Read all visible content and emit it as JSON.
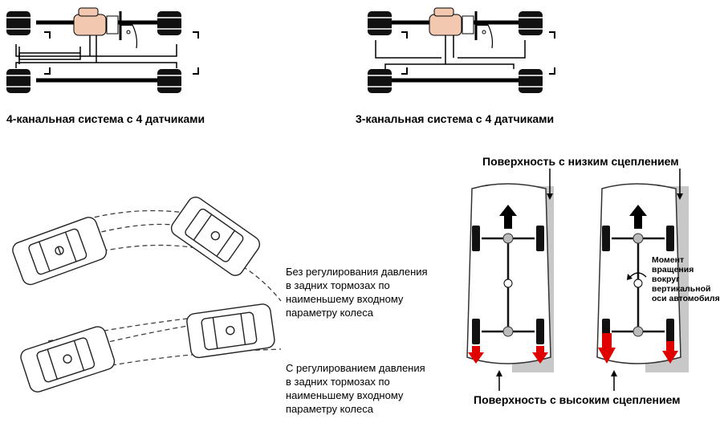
{
  "top": {
    "left_caption": "4-канальная система с 4 датчиками",
    "right_caption": "3-канальная система с 4 датчиками"
  },
  "skid": {
    "note_without": [
      "Без регулирования давления",
      "в задних тормозах по",
      "наименьшему входному",
      "параметру колеса"
    ],
    "note_with": [
      "С регулированием давления",
      "в задних тормозах по",
      "наименьшему входному",
      "параметру колеса"
    ]
  },
  "surface": {
    "low_grip": "Поверхность с низким сцеплением",
    "high_grip": "Поверхность с высоким сцеплением",
    "moment": [
      "Момент",
      "вращения",
      "вокруг",
      "вертикальной",
      "оси автомобиля"
    ]
  },
  "colors": {
    "brake_arrow": "#e00000",
    "surface_gray": "#c8c8c8",
    "master_cyl": "#f2c9b0"
  }
}
